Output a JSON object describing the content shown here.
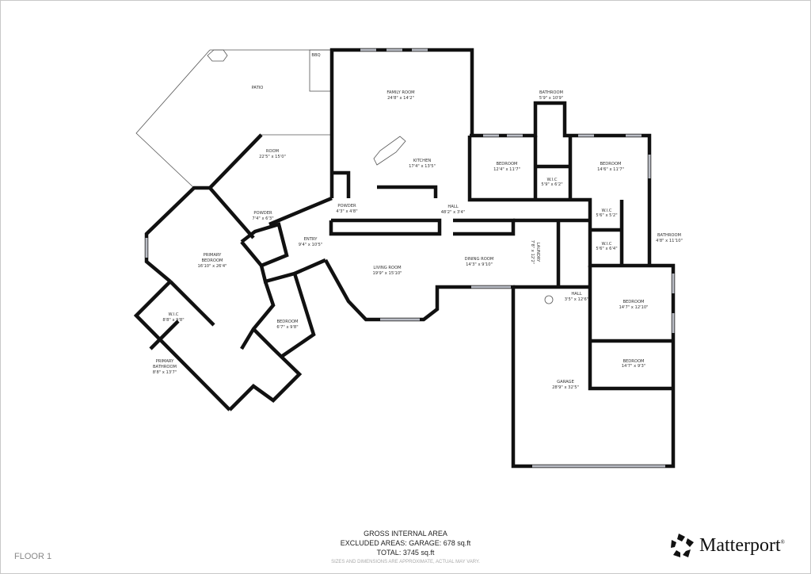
{
  "floor_label": "FLOOR 1",
  "rooms": {
    "patio": {
      "name": "PATIO",
      "dims": ""
    },
    "bbq": {
      "name": "BBQ",
      "dims": ""
    },
    "family_room": {
      "name": "FAMILY ROOM",
      "dims": "24'8\" x 14'2\""
    },
    "kitchen": {
      "name": "KITCHEN",
      "dims": "17'4\" x 13'5\""
    },
    "room": {
      "name": "ROOM",
      "dims": "22'5\" x 15'0\""
    },
    "powder_1": {
      "name": "POWDER",
      "dims": "4'3\" x 4'8\""
    },
    "hall_1": {
      "name": "HALL",
      "dims": "48'2\" x 3'4\""
    },
    "powder_2": {
      "name": "POWDER",
      "dims": "7'4\" x 6'3\""
    },
    "entry": {
      "name": "ENTRY",
      "dims": "9'4\" x 10'5\""
    },
    "primary_bedroom": {
      "name1": "PRIMARY",
      "name2": "BEDROOM",
      "dims": "16'10\" x 26'4\""
    },
    "living_room": {
      "name": "LIVING ROOM",
      "dims": "19'9\" x 15'10\""
    },
    "dining_room": {
      "name": "DINING ROOM",
      "dims": "14'3\" x 9'10\""
    },
    "laundry": {
      "name": "LAUNDRY",
      "dims": "7'8\" x 12'2\""
    },
    "hall_2": {
      "name": "HALL",
      "dims": "3'5\" x 12'6\""
    },
    "bathroom_1": {
      "name": "BATHROOM",
      "dims": "5'9\" x 10'9\""
    },
    "bedroom_1": {
      "name": "BEDROOM",
      "dims": "12'4\" x 11'7\""
    },
    "wic_1": {
      "name": "W.I.C",
      "dims": "5'9\" x 6'2\""
    },
    "bedroom_2": {
      "name": "BEDROOM",
      "dims": "14'6\" x 11'7\""
    },
    "wic_2": {
      "name": "W.I.C",
      "dims": "5'6\" x 5'2\""
    },
    "wic_3": {
      "name": "W.I.C",
      "dims": "5'6\" x 6'4\""
    },
    "bathroom_2": {
      "name": "BATHROOM",
      "dims": "4'8\" x 11'10\""
    },
    "bedroom_3": {
      "name": "BEDROOM",
      "dims": "14'7\" x 12'10\""
    },
    "bedroom_4": {
      "name": "BEDROOM",
      "dims": "14'7\" x 9'3\""
    },
    "garage": {
      "name": "GARAGE",
      "dims": "28'9\" x 32'5\""
    },
    "wic_4": {
      "name": "W.I.C",
      "dims": "8'8\" x 9'8\""
    },
    "primary_bathroom": {
      "name1": "PRIMARY",
      "name2": "BATHROOM",
      "dims": "8'8\" x 13'7\""
    },
    "bedroom_5": {
      "name": "BEDROOM",
      "dims": "6'7\" x 9'8\""
    }
  },
  "summary": {
    "title": "GROSS INTERNAL AREA",
    "excluded": "EXCLUDED AREAS: GARAGE: 678 sq.ft",
    "total": "TOTAL: 3745 sq.ft",
    "disclaimer": "SIZES AND DIMENSIONS ARE APPROXIMATE, ACTUAL MAY VARY."
  },
  "brand": {
    "name": "Matterport",
    "mark": "®",
    "icon": "matterport-logo-icon"
  },
  "colors": {
    "wall": "#111111",
    "window": "#b9bcc4",
    "text": "#333333"
  }
}
